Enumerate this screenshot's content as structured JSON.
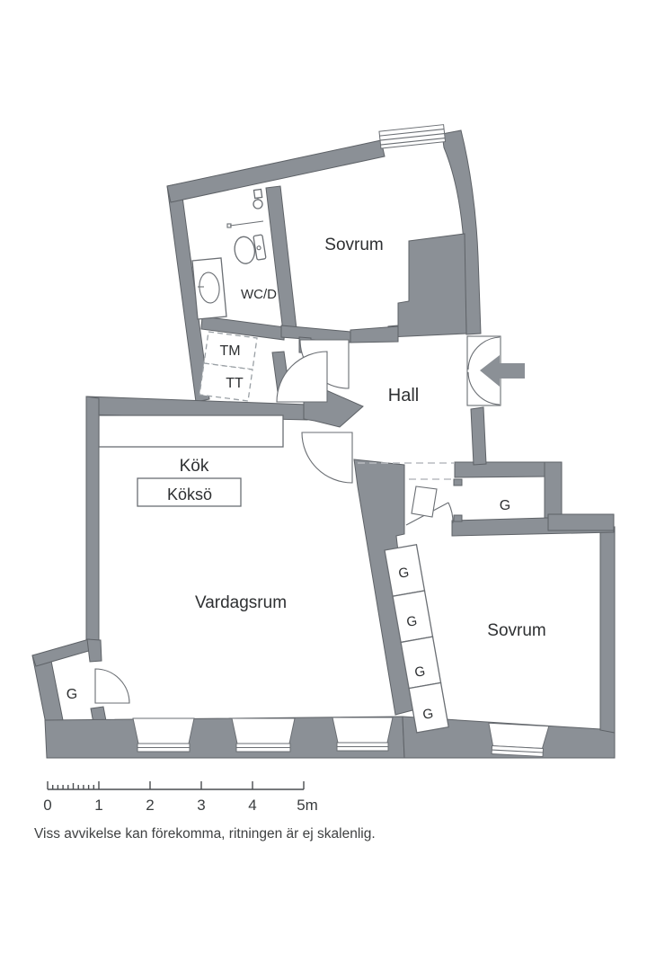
{
  "floor_plan": {
    "rooms": [
      {
        "key": "sovrum-top",
        "label": "Sovrum"
      },
      {
        "key": "wc-dusch",
        "label": "WC/D"
      },
      {
        "key": "hall",
        "label": "Hall"
      },
      {
        "key": "kok",
        "label": "Kök"
      },
      {
        "key": "vardagsrum",
        "label": "Vardagsrum"
      },
      {
        "key": "sovrum-bottom",
        "label": "Sovrum"
      }
    ],
    "kitchen_island_label": "Köksö",
    "appliances": [
      {
        "key": "tvattmaskin",
        "label": "TM"
      },
      {
        "key": "torktumlare",
        "label": "TT"
      }
    ],
    "closet_label": "G",
    "colors": {
      "wall_fill": "#8b9096",
      "wall_outline": "#5e6267",
      "fixture_outline": "#6a6e73",
      "label_text": "#2e3032",
      "dashed_line": "#b9bcc0"
    }
  },
  "scale_bar": {
    "tick_labels": [
      "0",
      "1",
      "2",
      "3",
      "4",
      "5m"
    ]
  },
  "footer": {
    "disclaimer": "Viss avvikelse kan förekomma, ritningen är ej skalenlig."
  }
}
